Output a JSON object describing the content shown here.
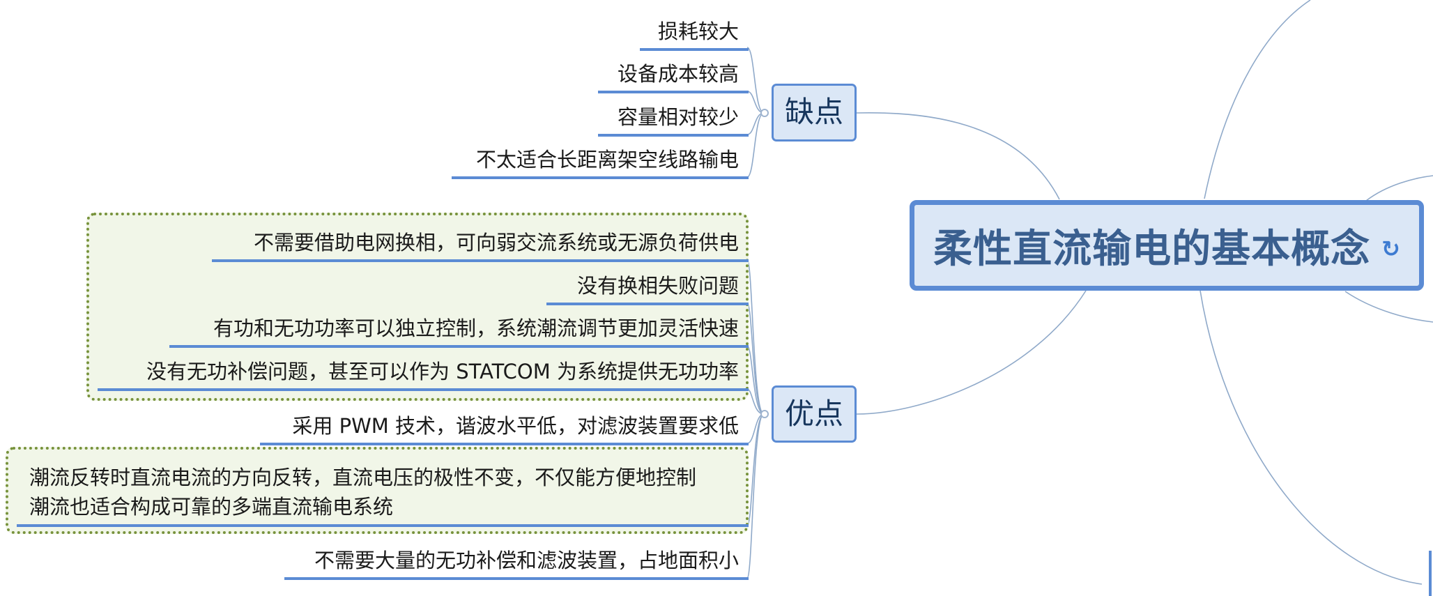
{
  "mindmap": {
    "root": {
      "title": "柔性直流输电的基本概念",
      "icon": "refresh-arrow-icon"
    },
    "branches": [
      {
        "label": "缺点",
        "items": [
          "损耗较大",
          "设备成本较高",
          "容量相对较少",
          "不太适合长距离架空线路输电"
        ]
      },
      {
        "label": "优点",
        "items": [
          "不需要借助电网换相，可向弱交流系统或无源负荷供电",
          "没有换相失败问题",
          "有功和无功功率可以独立控制，系统潮流调节更加灵活快速",
          "没有无功补偿问题，甚至可以作为 STATCOM 为系统提供无功功率",
          "采用 PWM 技术，谐波水平低，对滤波装置要求低",
          {
            "line1": "潮流反转时直流电流的方向反转，直流电压的极性不变，不仅能方便地控制",
            "line2": "潮流也适合构成可靠的多端直流输电系统"
          },
          "不需要大量的无功补偿和滤波装置，占地面积小"
        ]
      }
    ]
  },
  "colors": {
    "node_border": "#5b8bd4",
    "node_fill": "#dbe7f6",
    "callout_border": "#77923b",
    "callout_fill": "#f1f6e8",
    "connector": "#8fa9c9"
  }
}
